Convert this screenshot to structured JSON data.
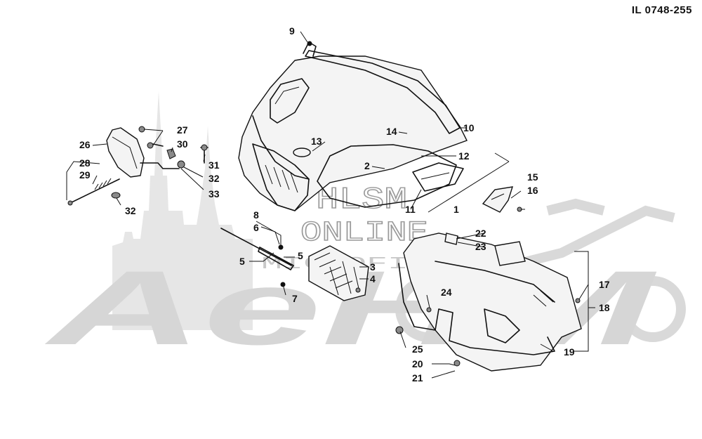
{
  "illustration_code": "IL 0748-255",
  "watermark": {
    "main": "AeHM",
    "hlsm": "HLSM",
    "online": "ONLINE",
    "microfiche": "MICROFICHE"
  },
  "callouts": [
    {
      "id": "c1",
      "label": "1"
    },
    {
      "id": "c2",
      "label": "2"
    },
    {
      "id": "c3",
      "label": "3"
    },
    {
      "id": "c4",
      "label": "4"
    },
    {
      "id": "c5a",
      "label": "5"
    },
    {
      "id": "c5b",
      "label": "5"
    },
    {
      "id": "c6",
      "label": "6"
    },
    {
      "id": "c7",
      "label": "7"
    },
    {
      "id": "c8",
      "label": "8"
    },
    {
      "id": "c9",
      "label": "9"
    },
    {
      "id": "c10",
      "label": "10"
    },
    {
      "id": "c11",
      "label": "11"
    },
    {
      "id": "c12",
      "label": "12"
    },
    {
      "id": "c13",
      "label": "13"
    },
    {
      "id": "c14",
      "label": "14"
    },
    {
      "id": "c15",
      "label": "15"
    },
    {
      "id": "c16",
      "label": "16"
    },
    {
      "id": "c17",
      "label": "17"
    },
    {
      "id": "c18",
      "label": "18"
    },
    {
      "id": "c19",
      "label": "19"
    },
    {
      "id": "c20",
      "label": "20"
    },
    {
      "id": "c21",
      "label": "21"
    },
    {
      "id": "c22",
      "label": "22"
    },
    {
      "id": "c23",
      "label": "23"
    },
    {
      "id": "c24",
      "label": "24"
    },
    {
      "id": "c25",
      "label": "25"
    },
    {
      "id": "c26",
      "label": "26"
    },
    {
      "id": "c27",
      "label": "27"
    },
    {
      "id": "c28",
      "label": "28"
    },
    {
      "id": "c29",
      "label": "29"
    },
    {
      "id": "c30",
      "label": "30"
    },
    {
      "id": "c31",
      "label": "31"
    },
    {
      "id": "c32a",
      "label": "32"
    },
    {
      "id": "c32b",
      "label": "32"
    },
    {
      "id": "c33",
      "label": "33"
    }
  ]
}
